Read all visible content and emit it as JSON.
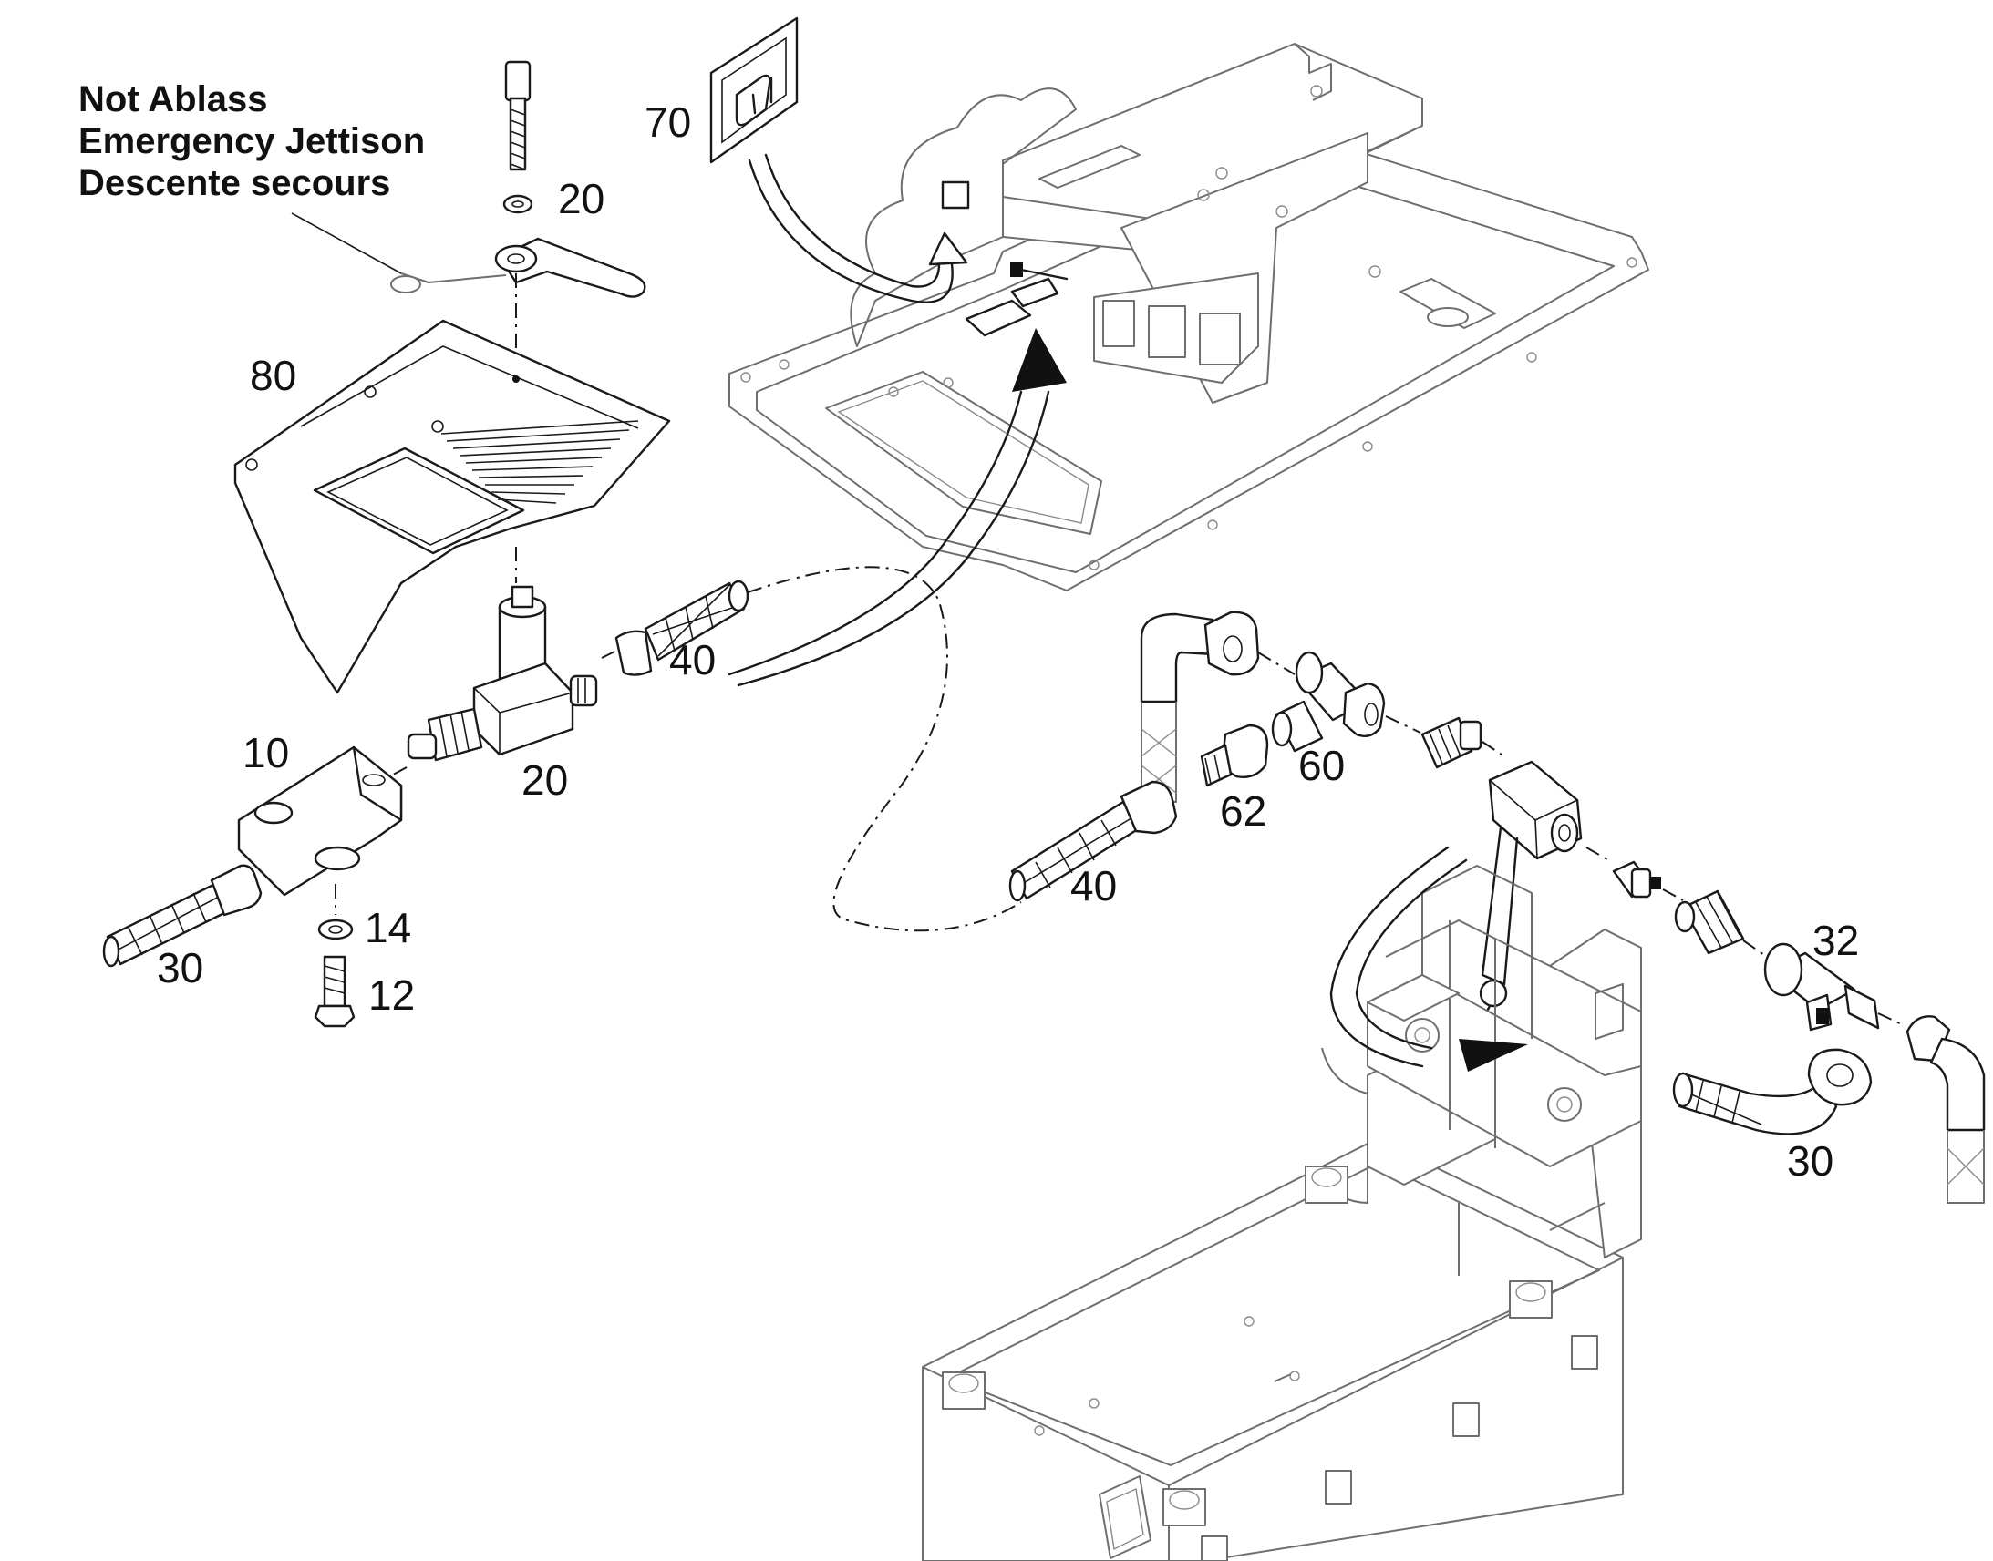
{
  "title_lines": [
    "Not Ablass",
    "Emergency Jettison",
    "Descente secours"
  ],
  "callouts": {
    "c70": "70",
    "c20_top": "20",
    "c80": "80",
    "c40_left": "40",
    "c10": "10",
    "c20_mid": "20",
    "c14": "14",
    "c30_left": "30",
    "c12": "12",
    "c60": "60",
    "c62": "62",
    "c40_mid": "40",
    "c32": "32",
    "c30_right": "30"
  },
  "colors": {
    "line": "#1a1a1a",
    "structure": "#6e6e6e",
    "background": "#ffffff"
  }
}
